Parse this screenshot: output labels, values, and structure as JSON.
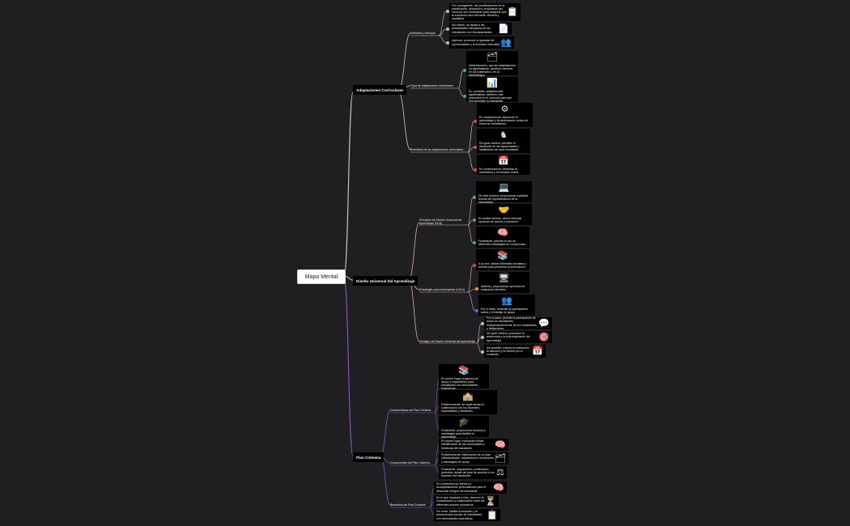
{
  "map": {
    "root": "Mapa Mental",
    "colors": {
      "background": "#1f1f21",
      "branch_adaptaciones": "#cfcfcf",
      "branch_diseno": "#e8a6b4",
      "branch_plan": "#8e4fd0",
      "dot_gray": "#bdbdbd",
      "dot_red": "#e0483d",
      "dot_green": "#3fb56a",
      "dot_orange": "#ef9a36",
      "dot_blue": "#3c78d8"
    },
    "b1": {
      "label": "Adaptaciones Curriculares",
      "s1": {
        "label": "Definición y enfoque",
        "l1": {
          "text": "Por consiguiente, las modificaciones en la planificación, desarrollo y evaluación del currículo son necesarias para asegurar que la educación sea relevante, efectiva y equitativa.",
          "icon": "clipboard-icon"
        },
        "l2": {
          "text": "Así mismo, se ajusta a las necesidades educativas de los estudiantes con discapacidades.",
          "icon": "document-icon"
        },
        "l3": {
          "text": "Además, promover la igualdad de oportunidades y la inclusión educativa.",
          "icon": "group-icon"
        }
      },
      "s2": {
        "label": "Tipos de adaptaciones curriculares",
        "l1": {
          "text": "Determinamos, que las adaptaciones no significativas: cambios menores en los materiales o en la metodología.",
          "icon": "hierarchy-icon"
        },
        "l2": {
          "text": "En contraste, adaptaciones significativas: cambios más profundos en el currículo para que sea accesible al estudiante.",
          "icon": "bar-chart-icon"
        }
      },
      "s3": {
        "label": "Beneficios de las adaptaciones curriculares",
        "l1": {
          "text": "En consecuencia, favorecen el aprendizaje y la participación activa de todos los estudiantes.",
          "icon": "head-gears-icon"
        },
        "l2": {
          "text": "De igual manera, permiten el desarrollo de las capacidades y habilidades de cada estudiante.",
          "icon": "chess-icon"
        },
        "l3": {
          "text": "En consecuencia, fomentan la autoestima y la inclusión social.",
          "icon": "calendar-icon"
        }
      }
    },
    "b2": {
      "label": "Diseño Universal del Aprendizaje",
      "s1": {
        "label": "Principios del Diseño Universal del Aprendizaje (DUA)",
        "l1": {
          "text": "De este manera, proporcionar múltiples formas de representación de la información.",
          "icon": "laptop-icon"
        },
        "l2": {
          "text": "En similar sentido, ofrece diversas opciones de acción y expresión.",
          "icon": "handshake-icon"
        },
        "l3": {
          "text": "Finalmente, permite el uso de diferentes estrategias de compromiso.",
          "icon": "brain-icon"
        }
      },
      "s2": {
        "label": "Estrategias para implementar el DUA",
        "l1": {
          "text": "A su vez, utilizar diferentes formatos y medios para presentar la información.",
          "icon": "books-icon"
        },
        "l2": {
          "text": "Además, proporcionar opciones de evaluación flexibles.",
          "icon": "presentation-icon"
        },
        "l3": {
          "text": "Por lo tanto, fomentar la participación activa y el trabajo en grupo.",
          "icon": "team-icon"
        }
      },
      "s3": {
        "label": "Ventajas del Diseño Universal del Aprendizaje",
        "l1": {
          "text": "Por lo tanto, permite la participación de todos los estudiantes, independientemente de sus habilidades o limitaciones.",
          "icon": "chat-icon"
        },
        "l2": {
          "text": "De igual manera, promueve la autonomía y la autorregulación del aprendizaje.",
          "icon": "target-icon"
        },
        "l3": {
          "text": "Así también, mejora la motivación, la atención y el interés por el contenido.",
          "icon": "calendar-icon"
        }
      }
    },
    "b3": {
      "label": "Plan Colmena",
      "s1": {
        "label": "Características del Plan Colmena",
        "l1": {
          "text": "En primer lugar, programa de apoyo y seguimiento para estudiantes con necesidades específicas.",
          "icon": "books-icon"
        },
        "l2": {
          "text": "Posteriormente, se implementa en colaboración con los docentes, especialistas y familiares.",
          "icon": "school-icon"
        },
        "l3": {
          "text": "Finalmente, proporciona recursos y estrategias para facilitar el aprendizaje.",
          "icon": "graduation-cap-icon"
        }
      },
      "s2": {
        "label": "Componentes del Plan Colmena",
        "l1": {
          "text": "En primer lugar, evaluación inicial: identificación de las necesidades y fortalezas del estudiante.",
          "icon": "brain-icon"
        },
        "l2": {
          "text": "Posteriormente, elaboración de un plan individualizado: adaptaciones curriculares y estrategias de apoyo.",
          "icon": "hierarchy-icon"
        },
        "l3": {
          "text": "Finalmente, seguimiento y evaluación periódica: ajuste del plan de acuerdo a los avances del estudiante.",
          "icon": "balance-scale-icon"
        }
      },
      "s3": {
        "label": "Beneficios del Plan Colmena",
        "l1": {
          "text": "En consecuencia, brinda un acompañamiento personalizado para el desarrollo integral del estudiante.",
          "icon": "brain-icon"
        },
        "l2": {
          "text": "En lo que respecta a esto, favorece la comunicación y colaboración entre los diferentes actores educativos.",
          "icon": "hourglass-icon"
        },
        "l3": {
          "text": "Por ende, facilita la inclusión y la permanencia escolar de estudiantes con necesidades específicas.",
          "icon": "whiteboard-icon"
        }
      }
    }
  }
}
